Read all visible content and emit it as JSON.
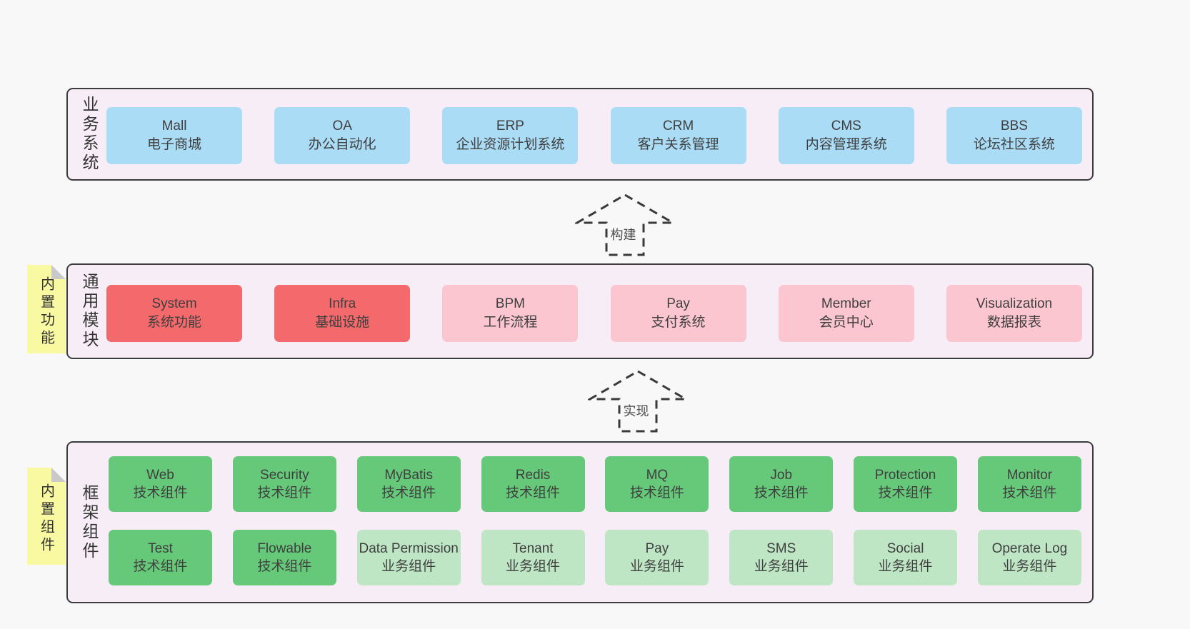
{
  "colors": {
    "page_bg": "#f8f8f8",
    "layer_bg": "#f7edf6",
    "layer_border": "#3c3c3c",
    "blue": "#aadcf6",
    "red": "#f4696b",
    "pink": "#fbc6cf",
    "green": "#66c97a",
    "green_light": "#bee6c5",
    "sticky_yellow": "#f9f9a1"
  },
  "arrows": {
    "build": "构建",
    "implement": "实现"
  },
  "layers": {
    "business": {
      "label": "业务系统",
      "boxes": [
        {
          "en": "Mall",
          "zh": "电子商城"
        },
        {
          "en": "OA",
          "zh": "办公自动化"
        },
        {
          "en": "ERP",
          "zh": "企业资源计划系统"
        },
        {
          "en": "CRM",
          "zh": "客户关系管理"
        },
        {
          "en": "CMS",
          "zh": "内容管理系统"
        },
        {
          "en": "BBS",
          "zh": "论坛社区系统"
        }
      ]
    },
    "common": {
      "label": "通用模块",
      "note": "内置功能",
      "boxes": [
        {
          "en": "System",
          "zh": "系统功能",
          "variant": "red"
        },
        {
          "en": "Infra",
          "zh": "基础设施",
          "variant": "red"
        },
        {
          "en": "BPM",
          "zh": "工作流程",
          "variant": "pink"
        },
        {
          "en": "Pay",
          "zh": "支付系统",
          "variant": "pink"
        },
        {
          "en": "Member",
          "zh": "会员中心",
          "variant": "pink"
        },
        {
          "en": "Visualization",
          "zh": "数据报表",
          "variant": "pink"
        }
      ]
    },
    "framework": {
      "label": "框架组件",
      "note": "内置组件",
      "row1": [
        {
          "en": "Web",
          "zh": "技术组件",
          "variant": "green"
        },
        {
          "en": "Security",
          "zh": "技术组件",
          "variant": "green"
        },
        {
          "en": "MyBatis",
          "zh": "技术组件",
          "variant": "green"
        },
        {
          "en": "Redis",
          "zh": "技术组件",
          "variant": "green"
        },
        {
          "en": "MQ",
          "zh": "技术组件",
          "variant": "green"
        },
        {
          "en": "Job",
          "zh": "技术组件",
          "variant": "green"
        },
        {
          "en": "Protection",
          "zh": "技术组件",
          "variant": "green"
        },
        {
          "en": "Monitor",
          "zh": "技术组件",
          "variant": "green"
        }
      ],
      "row2": [
        {
          "en": "Test",
          "zh": "技术组件",
          "variant": "green"
        },
        {
          "en": "Flowable",
          "zh": "技术组件",
          "variant": "green"
        },
        {
          "en": "Data Permission",
          "zh": "业务组件",
          "variant": "green-light"
        },
        {
          "en": "Tenant",
          "zh": "业务组件",
          "variant": "green-light"
        },
        {
          "en": "Pay",
          "zh": "业务组件",
          "variant": "green-light"
        },
        {
          "en": "SMS",
          "zh": "业务组件",
          "variant": "green-light"
        },
        {
          "en": "Social",
          "zh": "业务组件",
          "variant": "green-light"
        },
        {
          "en": "Operate Log",
          "zh": "业务组件",
          "variant": "green-light"
        }
      ]
    }
  }
}
